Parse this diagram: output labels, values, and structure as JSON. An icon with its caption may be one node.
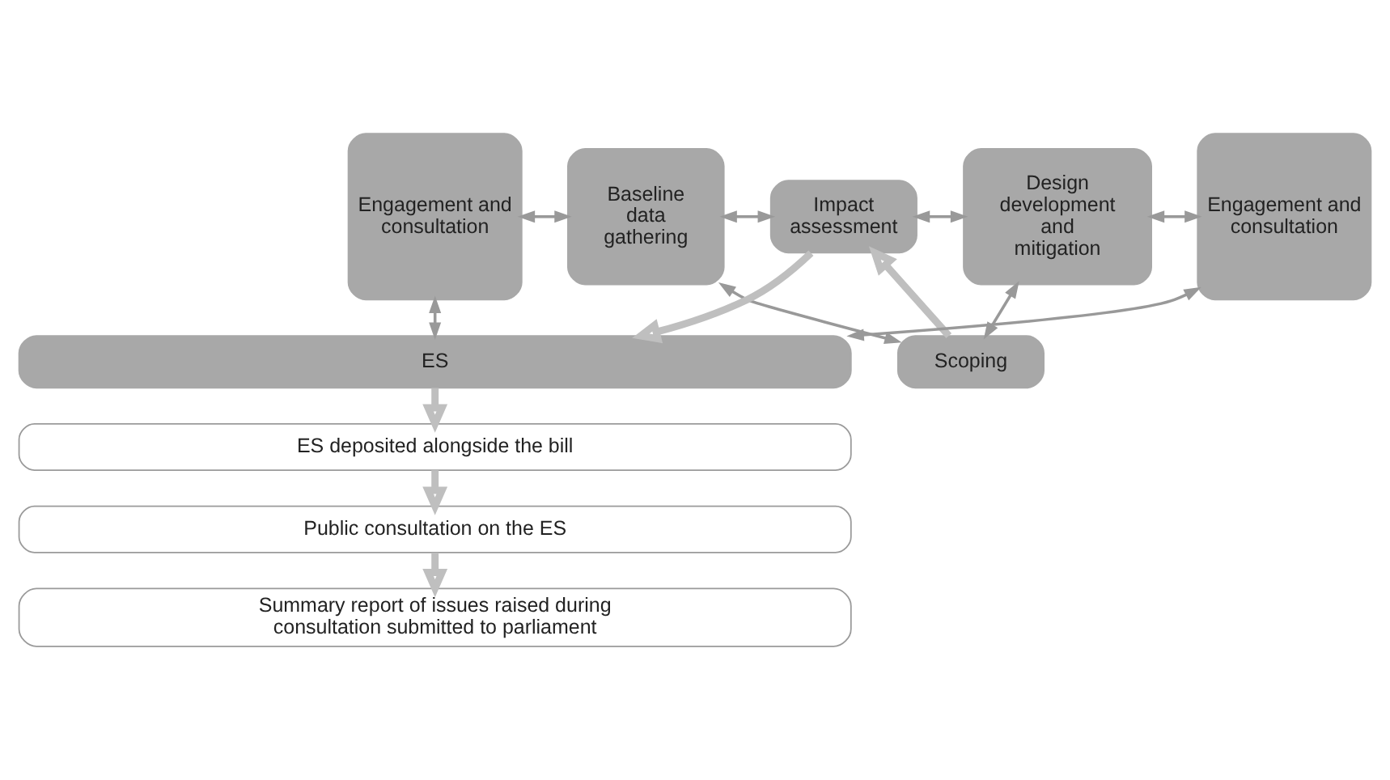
{
  "diagram": {
    "nodes": [
      {
        "text": [
          "Engagement and consultation"
        ]
      },
      {
        "text": [
          "Baseline data gathering"
        ]
      },
      {
        "text": [
          "Scoping"
        ]
      },
      {
        "text": [
          "Impact assessment"
        ]
      },
      {
        "text": [
          "Design development and mitigation"
        ]
      },
      {
        "text": [
          "Engagement and consultation"
        ]
      },
      {
        "text": [
          "ES"
        ]
      },
      {
        "text": [
          "ES deposited alongside the bill"
        ]
      },
      {
        "text": [
          "Public consultation on the ES"
        ]
      },
      {
        "text": [
          "Summary report of issues raised during consultation submitted to parliament"
        ]
      }
    ],
    "edges": [
      {
        "from": 0,
        "to": 1,
        "arrow": "both"
      },
      {
        "from": 1,
        "to": 2,
        "arrow": "both"
      },
      {
        "from": 2,
        "to": 4,
        "arrow": "both"
      },
      {
        "from": 1,
        "to": 3,
        "arrow": "both"
      },
      {
        "from": 3,
        "to": 4,
        "arrow": "both"
      },
      {
        "from": 4,
        "to": 5,
        "arrow": "both"
      },
      {
        "from": 2,
        "to": 3,
        "arrow": "to",
        "style": "thick",
        "color": "#bfbfbf"
      },
      {
        "from": 0,
        "to": 6,
        "arrow": "both"
      },
      {
        "from": 6,
        "to": 5,
        "arrow": "both"
      },
      {
        "from": 3,
        "to": 6,
        "arrow": "to",
        "style": "thick",
        "color": "#bfbfbf"
      },
      {
        "from": 6,
        "to": 7,
        "arrow": "to",
        "style": "thick",
        "color": "#bfbfbf"
      },
      {
        "from": 7,
        "to": 8,
        "arrow": "to",
        "style": "thick",
        "color": "#bfbfbf"
      },
      {
        "from": 8,
        "to": 9,
        "arrow": "to",
        "style": "thick",
        "color": "#bfbfbf"
      }
    ]
  }
}
